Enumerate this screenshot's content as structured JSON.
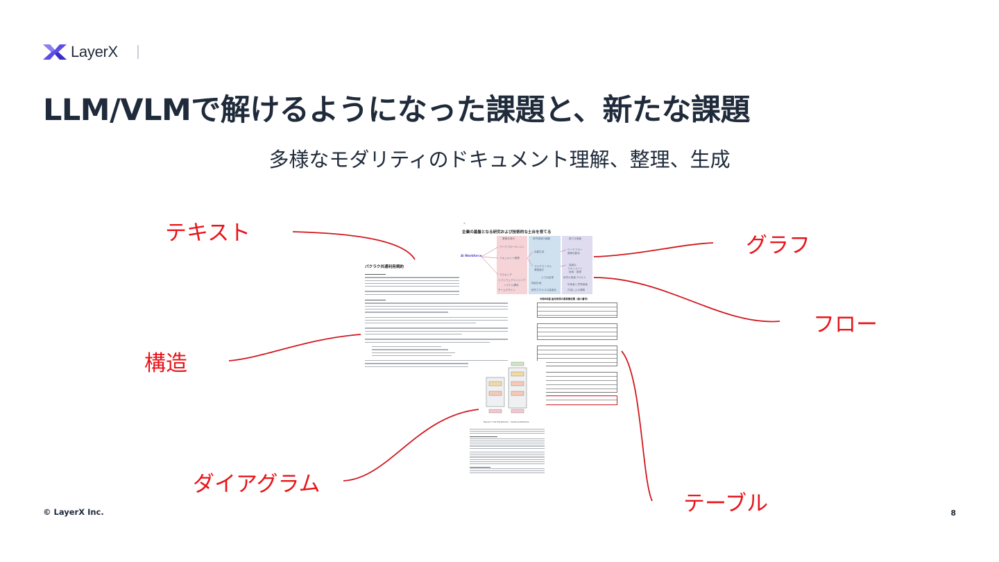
{
  "header": {
    "brand": "LayerX",
    "title": "LLM/VLMで解けるようになった課題と、新たな課題",
    "subtitle": "多様なモダリティのドキュメント理解、整理、生成"
  },
  "labels": {
    "text": "テキスト",
    "structure": "構造",
    "diagram": "ダイアグラム",
    "graph": "グラフ",
    "flow": "フロー",
    "table": "テーブル"
  },
  "documents": {
    "text_doc_title": "パクラク共通利用規約",
    "graph_title": "企業の基盤となる研究および技術的な土台を育てる",
    "graph_node_main": "Ai Workforce",
    "graph_cols": [
      "業務化済み",
      "研究領域の議題",
      "新たな価値"
    ],
    "graph_items_col1": [
      "ワークフローエンジン",
      "ドキュメント管理",
      "マスキング",
      "ソフトウェアエンジニア",
      "システム構成",
      "チームデザイン"
    ],
    "graph_items_col2": [
      "自動生成",
      "マルチモーダル",
      "業務遂行",
      "入り出処理",
      "検証計画",
      "研究プロセスの高速化"
    ],
    "graph_items_col3": [
      "ワークフロー",
      "遷移自動化",
      "高度な",
      "ドキュメント",
      "検索・整理",
      "研究の実施プロセス",
      "利用者と意思疎通",
      "内容による理解"
    ],
    "table_doc_title": "令和6年度 給与所得の源泉徴収票（個人番号）",
    "paper_caption": "Figure 1: The Transformer - model architecture."
  },
  "footer": {
    "copyright": "© LayerX Inc.",
    "page": "8"
  },
  "colors": {
    "accent_red": "#e8141a",
    "text_dark": "#1f2a3a",
    "logo_purple": "#5b4de6",
    "graph_red_col": "#f6d3d6",
    "graph_blue_col": "#cfe0ef",
    "graph_purple_col": "#e0dcef"
  }
}
